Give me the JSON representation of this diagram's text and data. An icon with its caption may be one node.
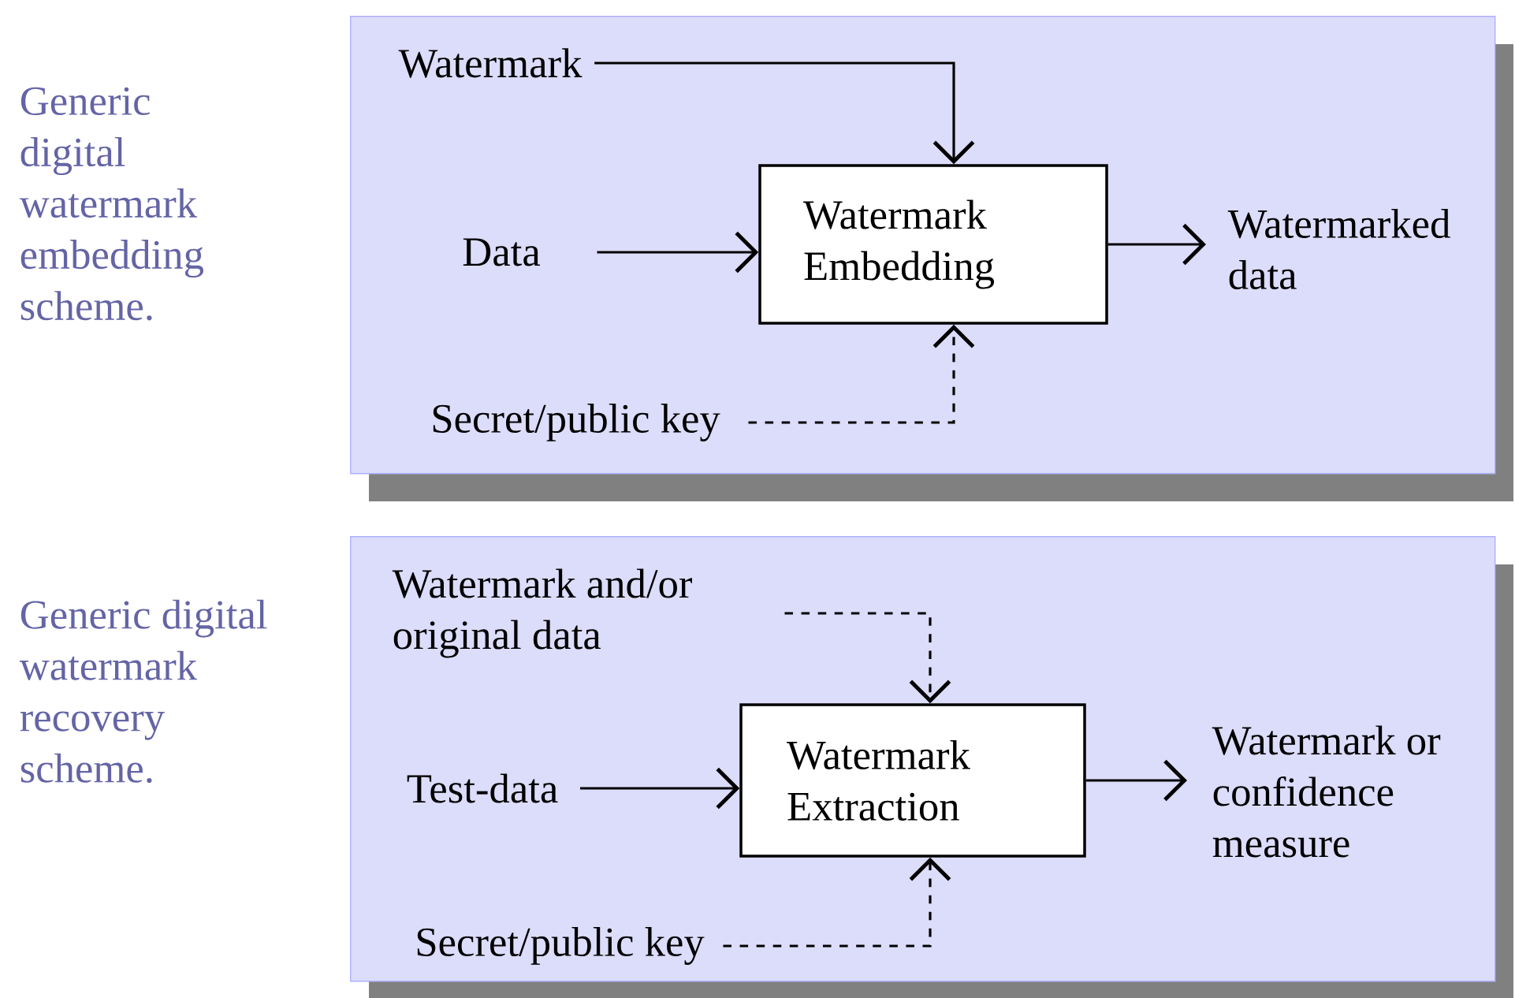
{
  "diagram": {
    "nodes": [
      {
        "text": [],
        "shape": "box",
        "beside": [
          "Generic digital watermark embedding scheme."
        ]
      },
      {
        "text": [
          "Watermark"
        ],
        "in": 0
      },
      {
        "text": [
          "Data"
        ],
        "in": 0
      },
      {
        "text": [
          "Watermark Embedding"
        ],
        "in": 0
      },
      {
        "text": [
          "Watermarked data"
        ],
        "in": 0
      },
      {
        "text": [
          "Secret/public key"
        ],
        "in": 0
      },
      {
        "text": [],
        "shape": "box",
        "beside": [
          "Generic digital watermark recovery scheme."
        ]
      },
      {
        "text": [
          "Watermark and/or original data"
        ],
        "in": 6
      },
      {
        "text": [
          "Test-data"
        ],
        "in": 6
      },
      {
        "text": [
          "Watermark Extraction"
        ],
        "in": 6
      },
      {
        "text": [
          "Watermark or confidence measure"
        ],
        "in": 6
      },
      {
        "text": [
          "Secret/public key"
        ],
        "in": 6
      }
    ],
    "edges": [
      {
        "from": 1,
        "to": 3,
        "arrow": "to"
      },
      {
        "from": 2,
        "to": 3,
        "arrow": "to"
      },
      {
        "from": 3,
        "to": 4,
        "arrow": "to"
      },
      {
        "from": 5,
        "to": 3,
        "arrow": "to",
        "style": "dashed"
      },
      {
        "from": 7,
        "to": 9,
        "arrow": "to",
        "style": "dashed"
      },
      {
        "from": 8,
        "to": 9,
        "arrow": "to"
      },
      {
        "from": 9,
        "to": 10,
        "arrow": "to"
      },
      {
        "from": 11,
        "to": 9,
        "arrow": "to",
        "style": "dashed"
      }
    ]
  }
}
